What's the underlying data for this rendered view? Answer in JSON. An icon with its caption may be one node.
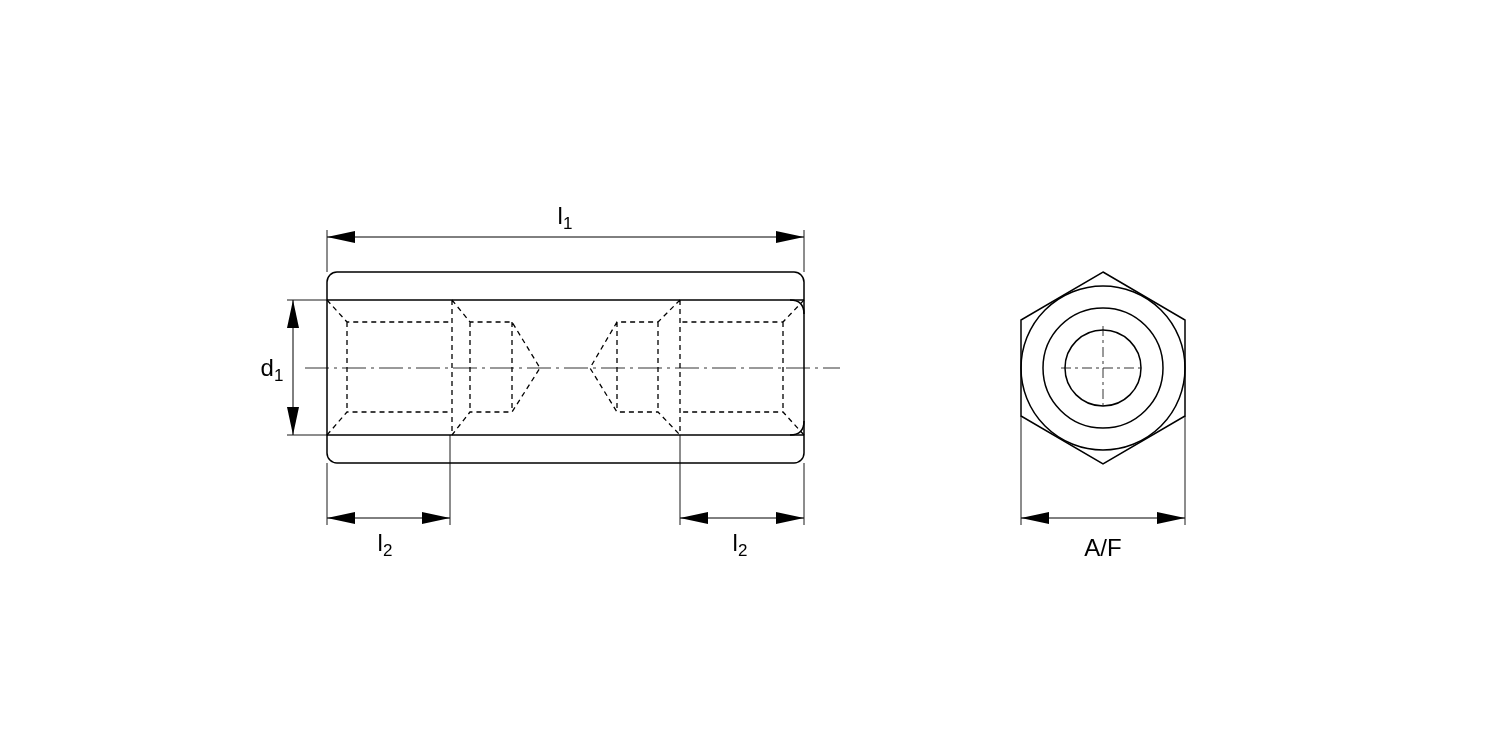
{
  "diagram": {
    "labels": [
      "l$_{1}$",
      "d$_{1}$",
      "l$_{2}$",
      "l$_{2}$",
      "A/F"
    ]
  }
}
